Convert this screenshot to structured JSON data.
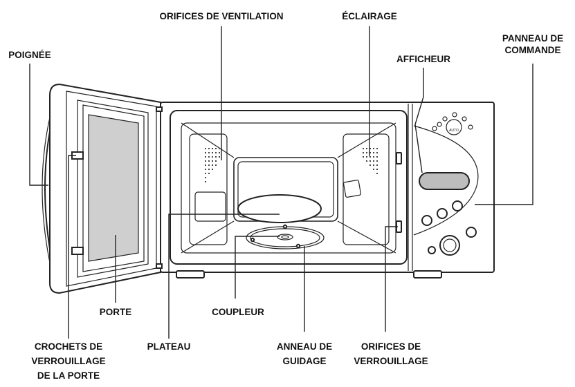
{
  "labels": {
    "vent_holes": "ORIFICES DE VENTILATION",
    "lighting": "ÉCLAIRAGE",
    "control_panel_1": "PANNEAU DE",
    "control_panel_2": "COMMANDE",
    "handle": "POIGNÉE",
    "display": "AFFICHEUR",
    "door": "PORTE",
    "coupler": "COUPLEUR",
    "door_latches_1": "CROCHETS DE",
    "door_latches_2": "VERROUILLAGE",
    "door_latches_3": "DE LA PORTE",
    "tray": "PLATEAU",
    "guide_ring_1": "ANNEAU DE",
    "guide_ring_2": "GUIDAGE",
    "lock_holes_1": "ORIFICES DE",
    "lock_holes_2": "VERROUILLAGE"
  },
  "panel_text": {
    "auto": "AUTO"
  }
}
